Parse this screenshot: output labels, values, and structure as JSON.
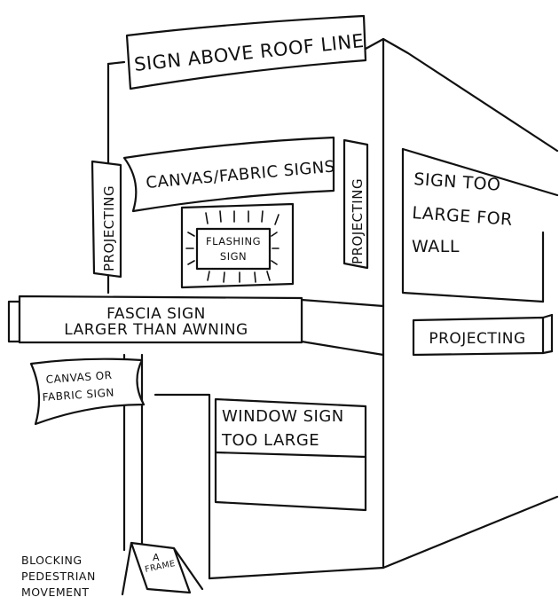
{
  "labels": {
    "roof_sign": "SIGN ABOVE ROOF LINE",
    "canvas_signs": "CANVAS/FABRIC SIGNS",
    "projecting_left": "PROJECTING",
    "projecting_right": "PROJECTING",
    "flashing_line1": "FLASHING",
    "flashing_line2": "SIGN",
    "fascia_line1": "FASCIA SIGN",
    "fascia_line2": "LARGER THAN AWNING",
    "canvas_fabric_line1": "CANVAS OR",
    "canvas_fabric_line2": "FABRIC SIGN",
    "window_line1": "WINDOW SIGN",
    "window_line2": "TOO LARGE",
    "wall_line1": "SIGN TOO",
    "wall_line2": "LARGE FOR",
    "wall_line3": "WALL",
    "side_projecting": "PROJECTING",
    "blocking_line1": "BLOCKING",
    "blocking_line2": "PEDESTRIAN",
    "blocking_line3": "MOVEMENT",
    "aframe_line1": "A",
    "aframe_line2": "FRAME"
  },
  "colors": {
    "ink": "#111111",
    "paper": "#ffffff"
  }
}
